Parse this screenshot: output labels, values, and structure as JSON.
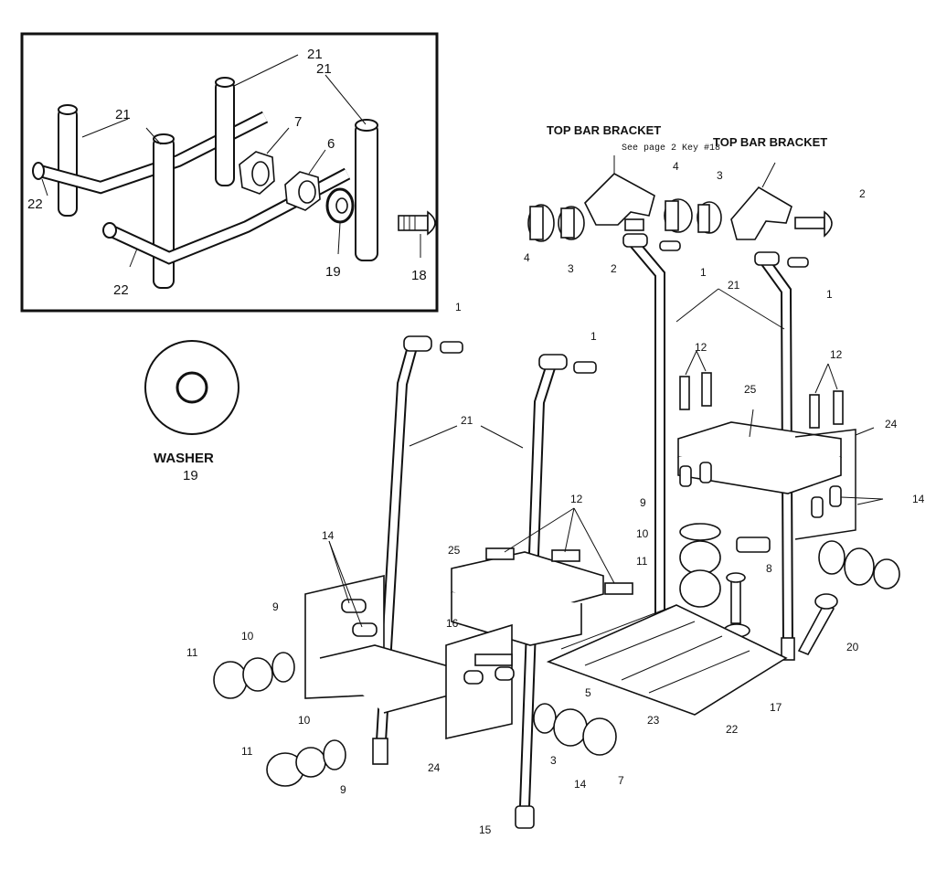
{
  "headings": {
    "top_bar_bracket_left": "TOP BAR BRACKET",
    "top_bar_bracket_right": "TOP BAR BRACKET",
    "see_page_note": "See page 2 Key #18"
  },
  "washer": {
    "label": "WASHER",
    "number": "19"
  },
  "inset_callouts": [
    "21",
    "21",
    "21",
    "7",
    "6",
    "22",
    "22",
    "19",
    "18"
  ],
  "callouts": [
    "4",
    "3",
    "2",
    "4",
    "3",
    "2",
    "1",
    "1",
    "21",
    "1",
    "1",
    "12",
    "12",
    "25",
    "24",
    "14",
    "21",
    "14",
    "25",
    "12",
    "9",
    "10",
    "11",
    "8",
    "20",
    "11",
    "10",
    "9",
    "16",
    "5",
    "17",
    "22",
    "23",
    "11",
    "10",
    "9",
    "24",
    "3",
    "14",
    "7",
    "15"
  ]
}
